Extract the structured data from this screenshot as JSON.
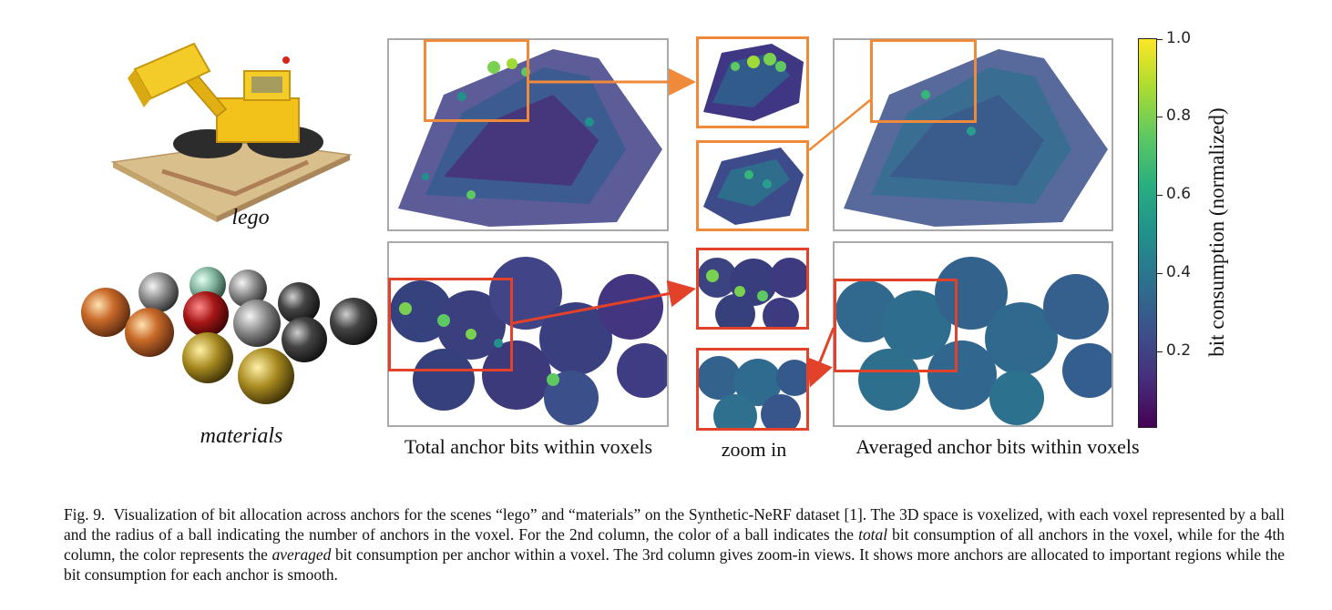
{
  "figure": {
    "scenes": [
      {
        "label": "lego"
      },
      {
        "label": "materials"
      }
    ],
    "columns": {
      "total_label": "Total anchor bits within voxels",
      "zoom_label": "zoom in",
      "averaged_label": "Averaged anchor bits within voxels"
    },
    "colorbar": {
      "label": "bit consumption (normalized)",
      "ticks": [
        "0.2",
        "0.4",
        "0.6",
        "0.8",
        "1.0"
      ],
      "colors": [
        "#440154",
        "#3b528b",
        "#21918c",
        "#5ec962",
        "#fde725"
      ]
    },
    "highlight_colors": {
      "lego": "#ee8a3a",
      "materials": "#e2412a"
    }
  },
  "caption": {
    "fig_number": "Fig. 9.",
    "text_part1": "Visualization of bit allocation across anchors for the scenes “lego” and “materials” on the Synthetic-NeRF dataset [1]. The 3D space is voxelized, with each voxel represented by a ball and the radius of a ball indicating the number of anchors in the voxel. For the 2nd column, the color of a ball indicates the ",
    "emph_total": "total",
    "text_part2": " bit consumption of all anchors in the voxel, while for the 4th column, the color represents the ",
    "emph_averaged": "averaged",
    "text_part3": " bit consumption per anchor within a voxel. The 3rd column gives zoom-in views. It shows more anchors are allocated to important regions while the bit consumption for each anchor is smooth."
  }
}
